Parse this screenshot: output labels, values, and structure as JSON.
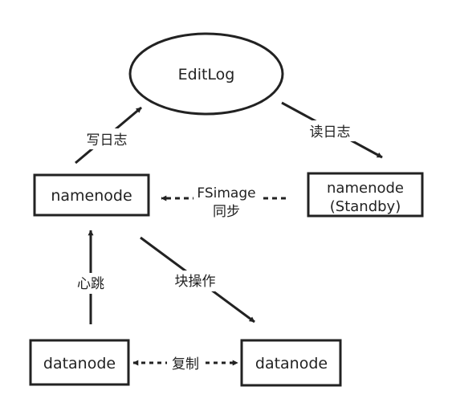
{
  "nodes": {
    "editlog": "EditLog",
    "namenode": "namenode",
    "standby_line1": "namenode",
    "standby_line2": "(Standby)",
    "datanode_left": "datanode",
    "datanode_right": "datanode"
  },
  "edges": {
    "write_log": "写日志",
    "read_log": "读日志",
    "fsimage_sync_line1": "FSimage",
    "fsimage_sync_line2": "同步",
    "heartbeat": "心跳",
    "block_ops": "块操作",
    "replicate": "复制"
  }
}
